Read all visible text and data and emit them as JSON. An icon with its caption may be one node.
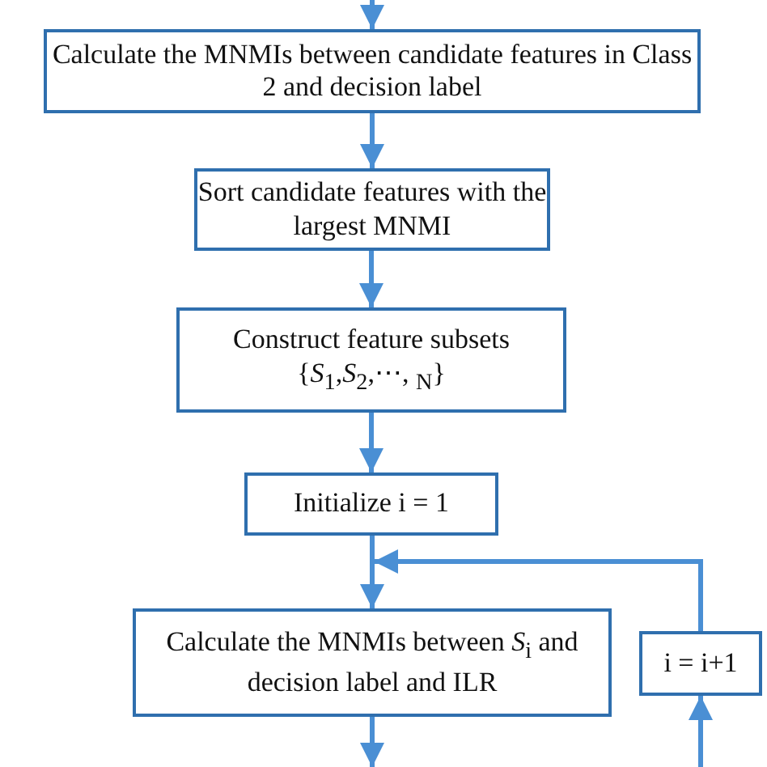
{
  "diagram": {
    "nodes": [
      {
        "text": [
          "Calculate the MNMIs between candidate features in Class 2 and decision label"
        ]
      },
      {
        "text": [
          "Sort candidate features with the largest MNMI"
        ]
      },
      {
        "text": [
          "Construct feature subsets {*S*$_{1}$,*S*$_{2}$,⋯,  $_{N}$}"
        ]
      },
      {
        "text": [
          "Initialize i = 1"
        ]
      },
      {
        "text": [
          "Calculate the MNMIs  between *S*$_{i}$ and decision label and ILR"
        ]
      },
      {
        "text": [
          "i = i+1"
        ]
      }
    ],
    "edges": [
      {
        "from": null,
        "to": 0,
        "arrow": "to"
      },
      {
        "from": 0,
        "to": 1,
        "arrow": "to"
      },
      {
        "from": 1,
        "to": 2,
        "arrow": "to"
      },
      {
        "from": 2,
        "to": 3,
        "arrow": "to"
      },
      {
        "from": 3,
        "to": 4,
        "arrow": "to"
      },
      {
        "from": 5,
        "to": 4,
        "arrow": "to"
      },
      {
        "from": 4,
        "to": null,
        "arrow": "to"
      },
      {
        "from": null,
        "to": 5,
        "arrow": "to"
      }
    ]
  }
}
